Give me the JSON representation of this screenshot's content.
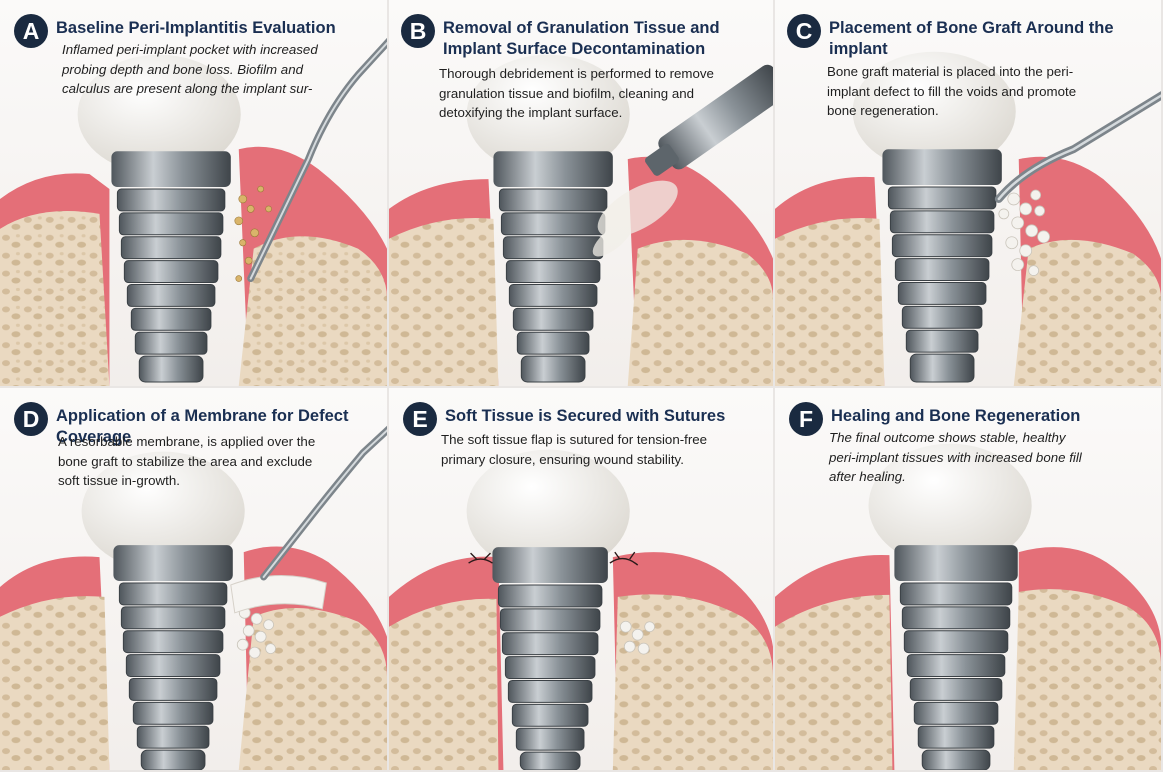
{
  "panels": [
    {
      "letter": "A",
      "title": "Baseline Peri-Implantitis Evaluation",
      "description": "Inflamed peri-implant pocket with increased probing depth and bone loss. Biofilm and calculus are present along the implant sur-"
    },
    {
      "letter": "B",
      "title": "Removal of Granulation Tissue and Implant Surface Decontamination",
      "description": "Thorough debridement is performed to remove granulation tissue and biofilm, cleaning and detoxifying the implant surface."
    },
    {
      "letter": "C",
      "title": "Placement of Bone Graft Around the implant",
      "description": "Bone graft material is placed into the peri-implant defect to fill the voids and promote bone regeneration."
    },
    {
      "letter": "D",
      "title": "Application of a Membrane for Defect Coverage",
      "description": "A resorbable membrane, is applied over the bone graft to stabilize the area and exclude soft tissue in-growth."
    },
    {
      "letter": "E",
      "title": "Soft Tissue is Secured with Sutures",
      "description": "The soft tissue flap is sutured for tension-free primary closure, ensuring wound stability."
    },
    {
      "letter": "F",
      "title": "Healing and Bone Regeneration",
      "description": "The final outcome shows stable, healthy peri-implant tissues with increased bone fill after healing."
    }
  ],
  "colors": {
    "badge": "#1a2a40",
    "title": "#1a2f52",
    "gum": "#e0737a",
    "bone": "#e8d8c2",
    "metal": "#8d9499",
    "crown": "#f3f1ec"
  }
}
